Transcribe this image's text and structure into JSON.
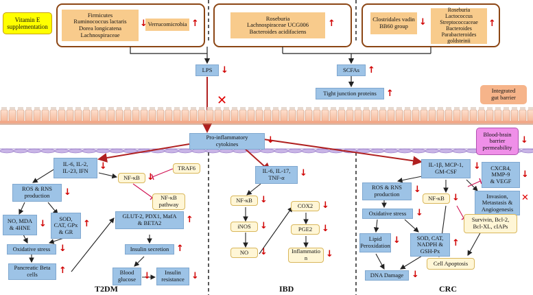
{
  "supplement": "Vitamin E supplementation",
  "top_groups": {
    "g1": "Firmicutes\nRuminococcus lactaris\nDorea longicatena\nLachnospiraceae",
    "g2": "Verrucomicrobia",
    "g3": "Roseburia\nLachnospiraceae UCG006\nBacteroides acidifaciens",
    "g4": "Clostridales vadin\nBB60 group",
    "g5": "Roseburia\nLactococcus\nStreptococcaceae\nBacteroides\nParabacteroides goldsteinii"
  },
  "mid": {
    "lps": "LPS",
    "scfas": "SCFAs",
    "tight": "Tight junction proteins",
    "barrier": "Integrated\ngut barrier",
    "proinf": "Pro-inflammatory\ncytokines",
    "bbb": "Blood-brain\nbarrier\npermeability"
  },
  "t2dm": {
    "cyt": "IL-6, IL-2,\nIL-23, IFN",
    "nfkb": "NF-κB",
    "traf6": "TRAF6",
    "nfkb_path": "NF-κB\npathway",
    "ros": "ROS & RNS\nproduction",
    "no_mda": "NO, MDA\n& 4HNE",
    "sod": "SOD,\nCAT, GPx\n& GR",
    "glut": "GLUT-2, PDX1, MafA\n& BETA2",
    "ox": "Oxidative stress",
    "insulin": "Insulin secretion",
    "beta": "Pancreatic Beta\ncells",
    "glucose": "Blood\nglucose",
    "resist": "Insulin\nresistance"
  },
  "ibd": {
    "cyt": "IL-6, IL-17,\nTNF-α",
    "nfkb": "NF-κB",
    "inos": "iNOS",
    "no": "NO",
    "cox2": "COX2",
    "pge2": "PGE2",
    "inflam": "Inflammatio\nn"
  },
  "crc": {
    "cyt": "IL-1β, MCP-1,\nGM-CSF",
    "cxcr": "CXCR4,\nMMP-9\n& VEGF",
    "ros": "ROS & RNS\nproduction",
    "nfkb": "NF-κB",
    "invasion": "Invasion,\nMetastasis &\nAngiogenesis",
    "ox": "Oxidative stress",
    "survivin": "Survivin, Bcl-2,\nBcl-XL, cIAPs",
    "lipid": "Lipid\nPeroxidation",
    "sod": "SOD, CAT,\nNADPH &\nGSH-Px",
    "apop": "Cell Apoptosis",
    "dna": "DNA Damage"
  },
  "section_labels": {
    "t2dm": "T2DM",
    "ibd": "IBD",
    "crc": "CRC"
  },
  "colors": {
    "blue_box": "#9dc3e6",
    "orange_box": "#f8cb8c",
    "cream_box": "#fff6d6",
    "arrow_red": "#d00000",
    "dark_red": "#b02020",
    "brown": "#8b4513"
  }
}
